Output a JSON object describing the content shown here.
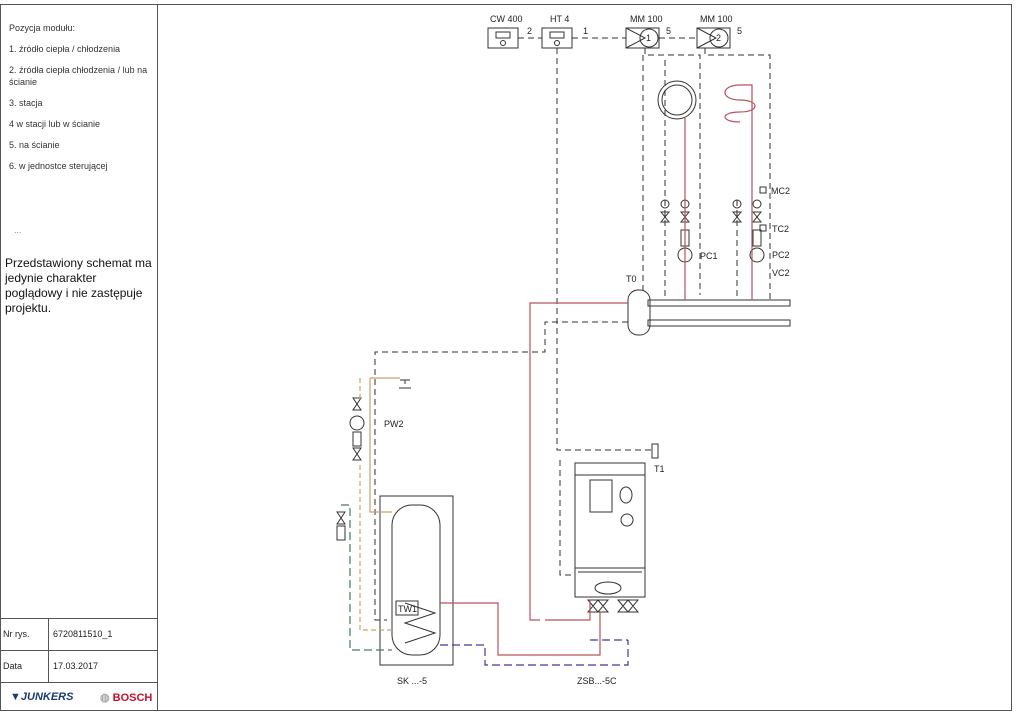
{
  "legend": {
    "title": "Pozycja modułu:",
    "items": [
      "1. źródło ciepła / chłodzenia",
      "2. źródła ciepła chłodzenia / lub na ścianie",
      "3. stacja",
      "4 w stacji lub w ścianie",
      "5. na ścianie",
      "6. w jednostce sterującej"
    ],
    "ellipsis": "...",
    "note": "Przedstawiony schemat ma jedynie charakter poglądowy i nie zastępuje projektu."
  },
  "info": {
    "drawing_no_label": "Nr rys.",
    "drawing_no": "6720811510_1",
    "date_label": "Data",
    "date": "17.03.2017"
  },
  "logos": {
    "junkers": "JUNKERS",
    "bosch": "BOSCH"
  },
  "modules": [
    {
      "name": "CW 400",
      "position": "2"
    },
    {
      "name": "HT 4",
      "position": "1"
    },
    {
      "name": "MM 100",
      "position": "5",
      "circuit": "1"
    },
    {
      "name": "MM 100",
      "position": "5",
      "circuit": "2"
    }
  ],
  "labels": {
    "t0": "T0",
    "pc1": "PC1",
    "mc2": "MC2",
    "tc2": "TC2",
    "pc2": "PC2",
    "vc2": "VC2",
    "t1": "T1",
    "pw2": "PW2",
    "tw1": "TW1",
    "tank": "SK ...-5",
    "boiler": "ZSB...-5C"
  },
  "colors": {
    "supply": "#b5545c",
    "return": "#3a3a9a",
    "dhw": "#c8a070",
    "cold": "#4a7a5a",
    "control": "#333333"
  }
}
